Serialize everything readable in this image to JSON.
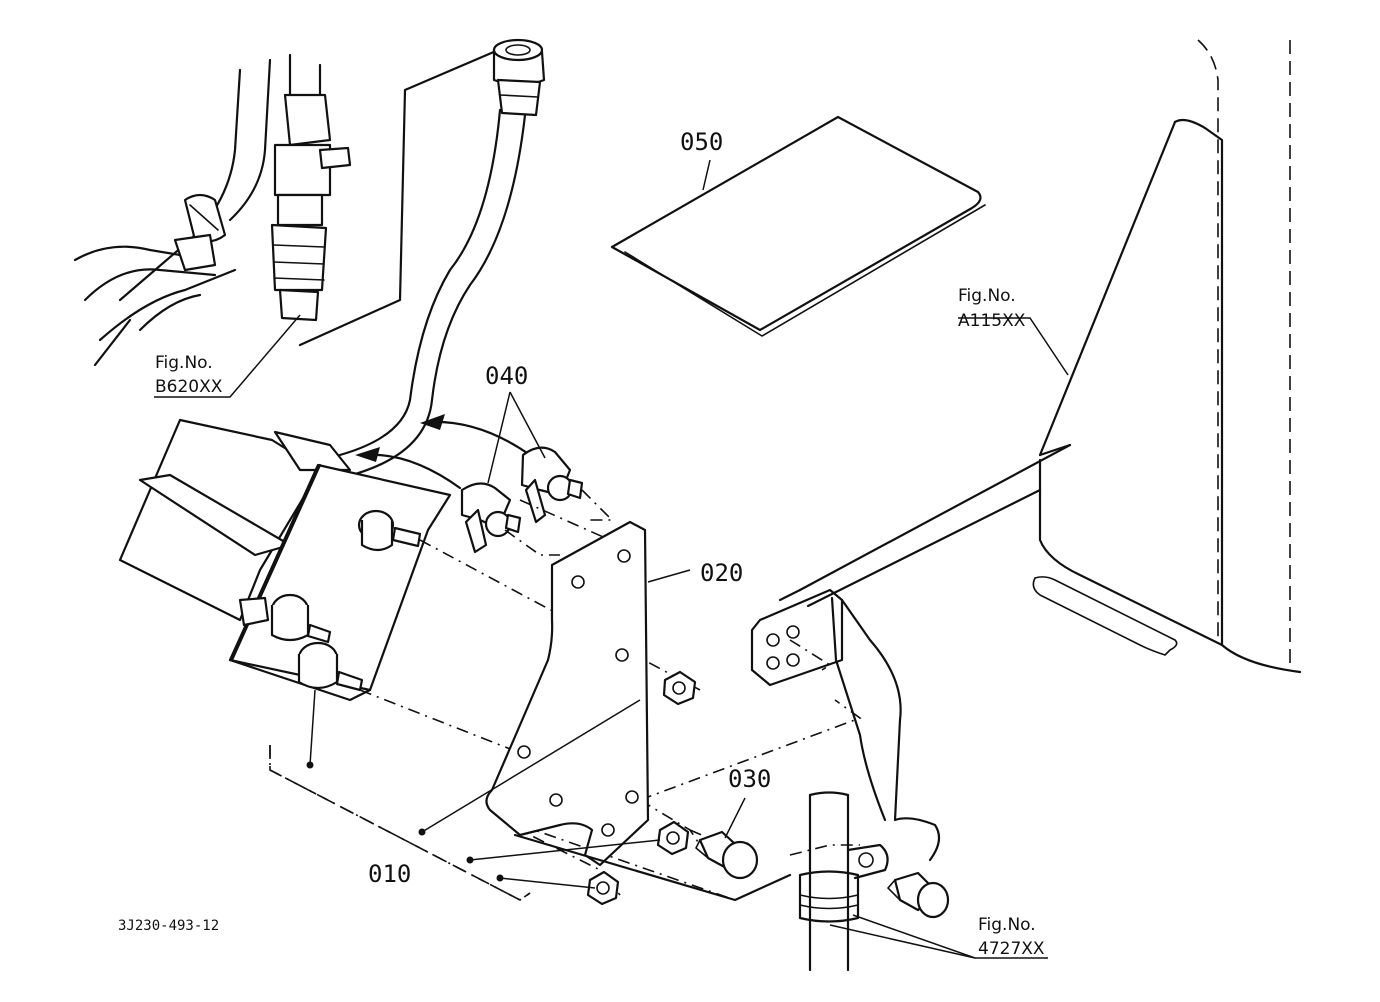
{
  "diagram": {
    "drawing_number": "3J230-493-12",
    "callouts": {
      "p010": "010",
      "p020": "020",
      "p030": "030",
      "p040": "040",
      "p050": "050"
    },
    "figure_refs": {
      "b620": {
        "prefix": "Fig.No.",
        "code": "B620XX"
      },
      "a115": {
        "prefix": "Fig.No.",
        "code": "A115XX"
      },
      "x4727": {
        "prefix": "Fig.No.",
        "code": "4727XX"
      }
    }
  }
}
